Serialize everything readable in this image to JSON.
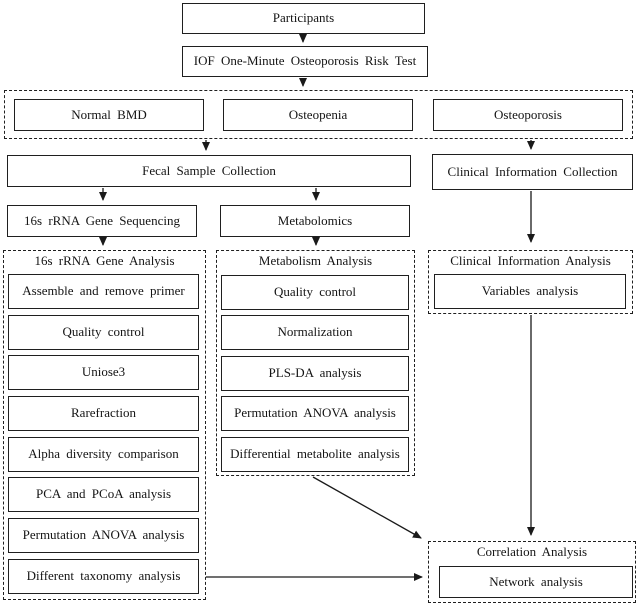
{
  "figure": {
    "participants": "Participants",
    "risk_test": "IOF One-Minute Osteoporosis Risk Test",
    "groups": {
      "normal_bmd": "Normal BMD",
      "osteopenia": "Osteopenia",
      "osteoporosis": "Osteoporosis"
    },
    "fecal_collection": "Fecal Sample Collection",
    "clinical_collection": "Clinical Information Collection",
    "rrna_sequencing": "16s rRNA Gene Sequencing",
    "metabolomics": "Metabolomics",
    "rrna_panel": {
      "title": "16s rRNA Gene Analysis",
      "steps": [
        "Assemble and remove primer",
        "Quality control",
        "Uniose3",
        "Rarefraction",
        "Alpha diversity comparison",
        "PCA and PCoA analysis",
        "Permutation ANOVA analysis",
        "Different taxonomy analysis"
      ]
    },
    "metabolism_panel": {
      "title": "Metabolism Analysis",
      "steps": [
        "Quality control",
        "Normalization",
        "PLS-DA analysis",
        "Permutation ANOVA analysis",
        "Differential metabolite analysis"
      ]
    },
    "clinical_panel": {
      "title": "Clinical Information Analysis",
      "steps": [
        "Variables analysis"
      ]
    },
    "correlation_panel": {
      "title": "Correlation Analysis",
      "steps": [
        "Network analysis"
      ]
    },
    "colors": {
      "line": "#1a1a1a",
      "box_border": "#1f1f1f",
      "background": "#ffffff"
    }
  }
}
